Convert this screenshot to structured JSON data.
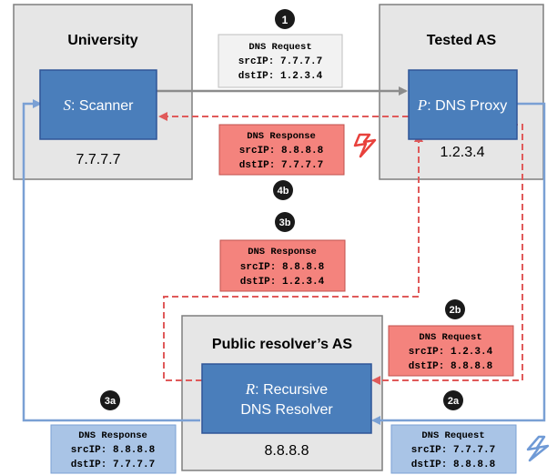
{
  "colors": {
    "as_box_fill": "#e6e6e6",
    "as_box_stroke": "#7f7f7f",
    "node_fill": "#4a7ebb",
    "node_stroke": "#2f5597",
    "gray_arrow": "#8c8c8c",
    "blue_arrow": "#7aa0d4",
    "red_arrow": "#e05a5a",
    "red_box_fill": "#f4837d",
    "blue_box_fill": "#a9c4e6",
    "gray_box_fill": "#f2f2f2",
    "badge_fill": "#1a1a1a",
    "lightning_red": "#e8413c",
    "lightning_blue": "#6f9ad6"
  },
  "as_boxes": {
    "university": {
      "title": "University"
    },
    "tested": {
      "title": "Tested AS"
    },
    "public": {
      "title": "Public resolver’s AS"
    }
  },
  "nodes": {
    "scanner": {
      "letter": "S",
      "label": ": Scanner",
      "ip": "7.7.7.7"
    },
    "proxy": {
      "letter": "P",
      "label": ": DNS Proxy",
      "ip": "1.2.3.4"
    },
    "resolver": {
      "letter": "R",
      "label1": ": Recursive",
      "label2": "DNS Resolver",
      "ip": "8.8.8.8"
    }
  },
  "packets": {
    "p1": {
      "badge": "1",
      "title": "DNS Request",
      "src": "srcIP: 7.7.7.7",
      "dst": "dstIP: 1.2.3.4"
    },
    "p2a": {
      "badge": "2a",
      "title": "DNS Request",
      "src": "srcIP: 7.7.7.7",
      "dst": "dstIP: 8.8.8.8"
    },
    "p2b": {
      "badge": "2b",
      "title": "DNS Request",
      "src": "srcIP: 1.2.3.4",
      "dst": "dstIP: 8.8.8.8"
    },
    "p3a": {
      "badge": "3a",
      "title": "DNS Response",
      "src": "srcIP: 8.8.8.8",
      "dst": "dstIP: 7.7.7.7"
    },
    "p3b": {
      "badge": "3b",
      "title": "DNS Response",
      "src": "srcIP: 8.8.8.8",
      "dst": "dstIP: 1.2.3.4"
    },
    "p4b": {
      "badge": "4b",
      "title": "DNS Response",
      "src": "srcIP: 8.8.8.8",
      "dst": "dstIP: 7.7.7.7"
    }
  },
  "icons": {
    "lightning_red": "lightning-icon",
    "lightning_blue": "lightning-icon"
  }
}
